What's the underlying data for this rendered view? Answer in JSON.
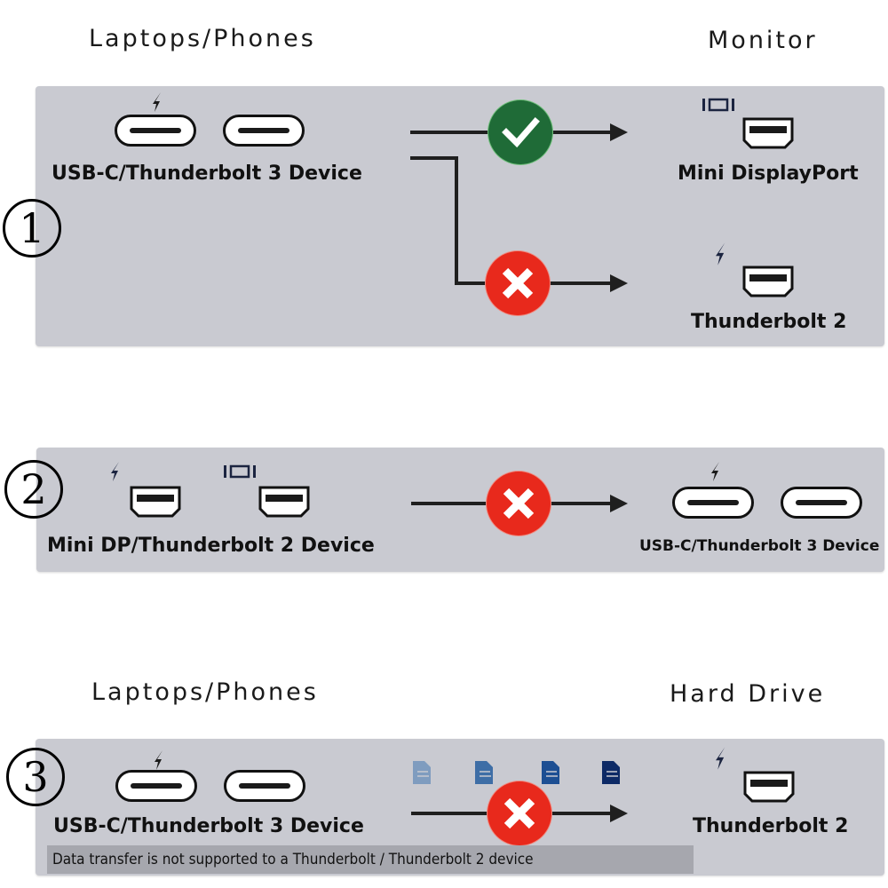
{
  "section1": {
    "number": "1",
    "heading_left": "Laptops/Phones",
    "heading_right": "Monitor",
    "source_label": "USB-C/Thunderbolt 3 Device",
    "source_ports": [
      "thunderbolt-usb-c",
      "usb-c"
    ],
    "targets": [
      {
        "label": "Mini DisplayPort",
        "icon": "displayport-icon",
        "status": "supported",
        "status_glyph": "✓"
      },
      {
        "label": "Thunderbolt 2",
        "icon": "thunderbolt-icon",
        "status": "not-supported",
        "status_glyph": "✕"
      }
    ]
  },
  "section2": {
    "number": "2",
    "source_label": "Mini DP/Thunderbolt 2 Device",
    "source_ports": [
      "thunderbolt-mini-dp",
      "displayport-mini-dp"
    ],
    "target_label": "USB-C/Thunderbolt 3 Device",
    "status": "not-supported",
    "status_glyph": "✕"
  },
  "section3": {
    "number": "3",
    "heading_left": "Laptops/Phones",
    "heading_right": "Hard Drive",
    "source_label": "USB-C/Thunderbolt 3 Device",
    "target_label": "Thunderbolt 2",
    "status": "not-supported",
    "status_glyph": "✕",
    "file_icon_count": 4,
    "note": "Data transfer is not supported to a Thunderbolt / Thunderbolt 2 device"
  },
  "colors": {
    "panel": "#c9cad1",
    "ok": "#1f6b37",
    "error": "#e8291c",
    "file_shades": [
      "#7f9cbf",
      "#3e6ea6",
      "#1d4f93",
      "#0d2a66"
    ]
  }
}
